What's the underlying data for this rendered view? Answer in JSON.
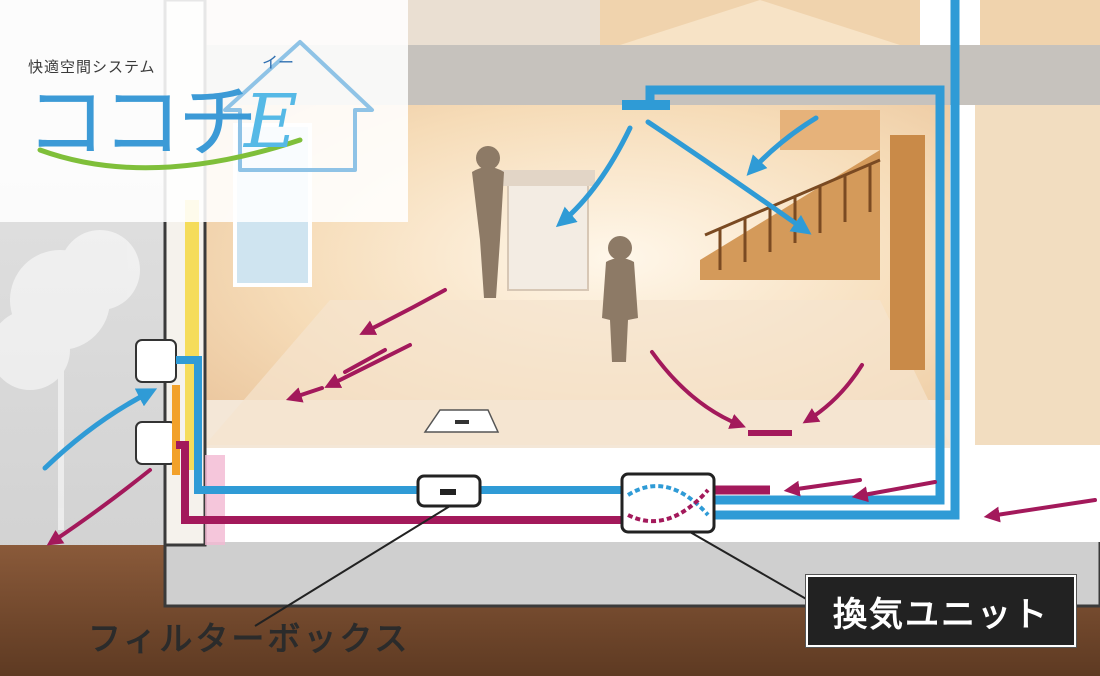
{
  "logo": {
    "tagline": "快適空間システム",
    "ruby": "イー",
    "wordmark": "ココチ",
    "wordmark_letter": "E"
  },
  "labels": {
    "filter_box": "フィルターボックス",
    "ventilation_unit": "換気ユニット"
  },
  "colors": {
    "supply_air": "#2f9bd6",
    "exhaust_air": "#a3195b",
    "logo_blue": "#3c9ad6",
    "logo_green": "#7fbf3a"
  }
}
